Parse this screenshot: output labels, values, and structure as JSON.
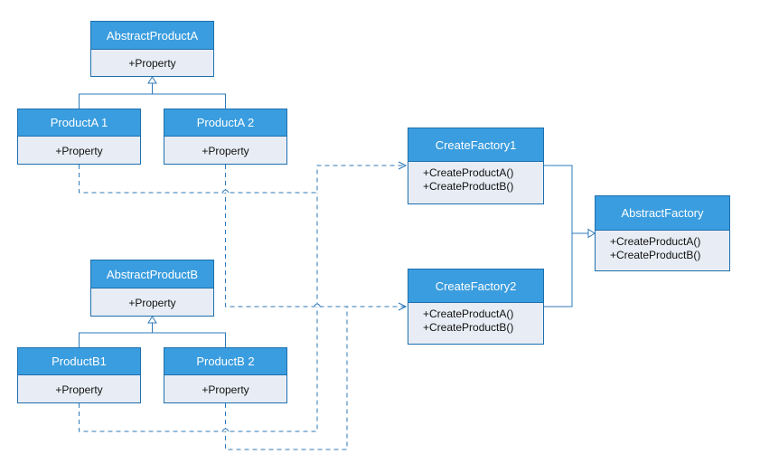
{
  "colors": {
    "header_fill": "#3a9ddf",
    "body_fill": "#e8edf5",
    "border": "#1e6fae",
    "edge": "#2f79b8"
  },
  "classes": {
    "abstract_product_a": {
      "name": "AbstractProductA",
      "members": [
        "+Property"
      ]
    },
    "product_a1": {
      "name": "ProductA 1",
      "members": [
        "+Property"
      ]
    },
    "product_a2": {
      "name": "ProductA 2",
      "members": [
        "+Property"
      ]
    },
    "abstract_product_b": {
      "name": "AbstractProductB",
      "members": [
        "+Property"
      ]
    },
    "product_b1": {
      "name": "ProductB1",
      "members": [
        "+Property"
      ]
    },
    "product_b2": {
      "name": "ProductB 2",
      "members": [
        "+Property"
      ]
    },
    "create_factory_1": {
      "name": "CreateFactory1",
      "members": [
        "+CreateProductA()",
        "+CreateProductB()"
      ]
    },
    "create_factory_2": {
      "name": "CreateFactory2",
      "members": [
        "+CreateProductA()",
        "+CreateProductB()"
      ]
    },
    "abstract_factory": {
      "name": "AbstractFactory",
      "members": [
        "+CreateProductA()",
        "+CreateProductB()"
      ]
    }
  },
  "relationships": [
    {
      "type": "generalization",
      "from": "ProductA 1",
      "to": "AbstractProductA"
    },
    {
      "type": "generalization",
      "from": "ProductA 2",
      "to": "AbstractProductA"
    },
    {
      "type": "generalization",
      "from": "ProductB1",
      "to": "AbstractProductB"
    },
    {
      "type": "generalization",
      "from": "ProductB 2",
      "to": "AbstractProductB"
    },
    {
      "type": "generalization",
      "from": "CreateFactory1",
      "to": "AbstractFactory"
    },
    {
      "type": "generalization",
      "from": "CreateFactory2",
      "to": "AbstractFactory"
    },
    {
      "type": "dependency",
      "from": "ProductA 1",
      "to": "CreateFactory1"
    },
    {
      "type": "dependency",
      "from": "ProductB1",
      "to": "CreateFactory1"
    },
    {
      "type": "dependency",
      "from": "ProductA 2",
      "to": "CreateFactory2"
    },
    {
      "type": "dependency",
      "from": "ProductB 2",
      "to": "CreateFactory2"
    }
  ]
}
